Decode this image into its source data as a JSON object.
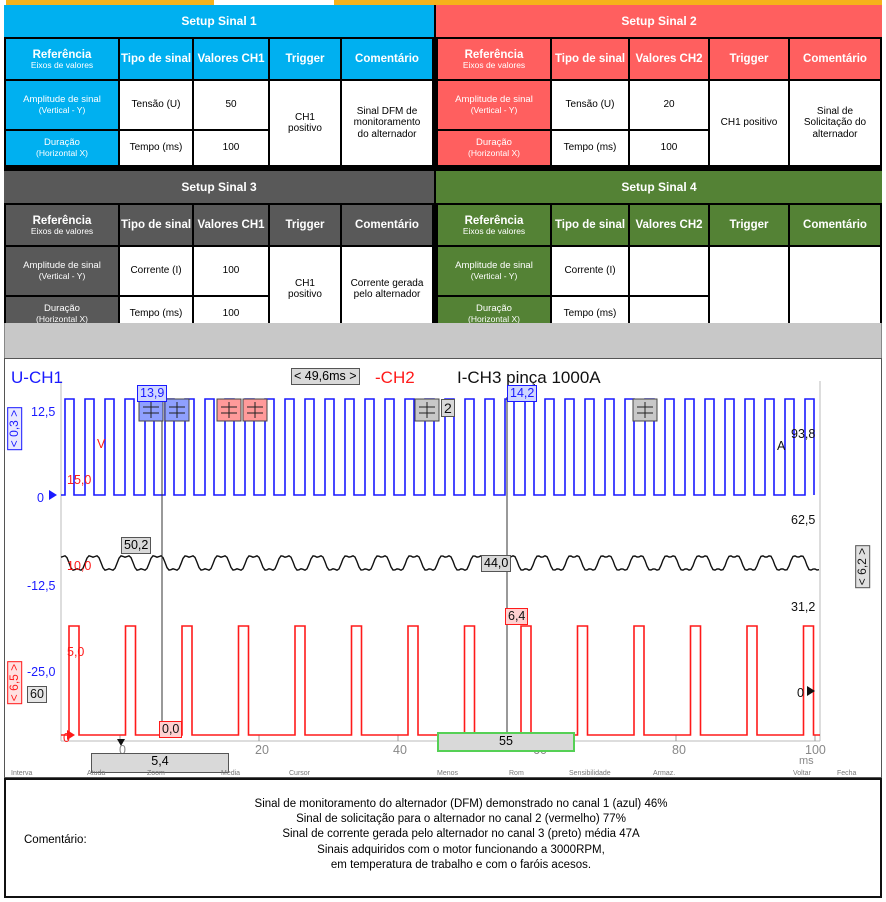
{
  "panels": [
    {
      "id": "s1",
      "title": "Setup Sinal 1",
      "color": "#00b0f0",
      "values_header": "Valores CH1",
      "headers": {
        "ref": "Referência",
        "ref_sub": "Eixos de valores",
        "tipo": "Tipo de sinal",
        "trigger": "Trigger",
        "comentario": "Comentário"
      },
      "row1": {
        "label": "Amplitude de sinal",
        "label_sub": "(Vertical - Y)",
        "tipo": "Tensão (U)",
        "valor": "50"
      },
      "row2": {
        "label": "Duração",
        "label_sub": "(Horizontal X)",
        "tipo": "Tempo (ms)",
        "valor": "100"
      },
      "trigger": "CH1 positivo",
      "comentario": "Sinal DFM de monitoramento do alternador"
    },
    {
      "id": "s2",
      "title": "Setup Sinal 2",
      "color": "#ff5f5f",
      "values_header": "Valores CH2",
      "headers": {
        "ref": "Referência",
        "ref_sub": "Eixos de valores",
        "tipo": "Tipo de sinal",
        "trigger": "Trigger",
        "comentario": "Comentário"
      },
      "row1": {
        "label": "Amplitude de sinal",
        "label_sub": "(Vertical - Y)",
        "tipo": "Tensão (U)",
        "valor": "20"
      },
      "row2": {
        "label": "Duração",
        "label_sub": "(Horizontal X)",
        "tipo": "Tempo (ms)",
        "valor": "100"
      },
      "trigger": "CH1 positivo",
      "comentario": "Sinal de Solicitação do alternador"
    },
    {
      "id": "s3",
      "title": "Setup Sinal 3",
      "color": "#595959",
      "values_header": "Valores CH1",
      "headers": {
        "ref": "Referência",
        "ref_sub": "Eixos de valores",
        "tipo": "Tipo de sinal",
        "trigger": "Trigger",
        "comentario": "Comentário"
      },
      "row1": {
        "label": "Amplitude de sinal",
        "label_sub": "(Vertical - Y)",
        "tipo": "Corrente (I)",
        "valor": "100"
      },
      "row2": {
        "label": "Duração",
        "label_sub": "(Horizontal X)",
        "tipo": "Tempo (ms)",
        "valor": "100"
      },
      "trigger": "CH1 positivo",
      "comentario": "Corrente gerada pelo alternador"
    },
    {
      "id": "s4",
      "title": "Setup Sinal 4",
      "color": "#548235",
      "values_header": "Valores CH2",
      "headers": {
        "ref": "Referência",
        "ref_sub": "Eixos de valores",
        "tipo": "Tipo de sinal",
        "trigger": "Trigger",
        "comentario": "Comentário"
      },
      "row1": {
        "label": "Amplitude de sinal",
        "label_sub": "(Vertical - Y)",
        "tipo": "Corrente (I)",
        "valor": ""
      },
      "row2": {
        "label": "Duração",
        "label_sub": "(Horizontal X)",
        "tipo": "Tempo (ms)",
        "valor": ""
      },
      "trigger": "",
      "comentario": ""
    }
  ],
  "scope": {
    "ch1_title": "U-CH1",
    "ch2_title": "-CH2",
    "ch3_title": "I-CH3 pinça 1000A",
    "cursor_delta": "< 49,6ms >",
    "ch1_scale_tag": "< 0,3 >",
    "ch2_scale_tag": "< 6,5 >",
    "ch3_scale_tag": "< 6,2 >",
    "left_axis": [
      "12,5",
      "0",
      "-12,5",
      "-25,0"
    ],
    "unit_v": "V",
    "unit_a": "A",
    "ch2_levels": [
      "15,0",
      "10,0",
      "5,0",
      "0"
    ],
    "right_axis": [
      "93,8",
      "62,5",
      "31,2",
      "0"
    ],
    "x_ticks": [
      "0",
      "20",
      "40",
      "60",
      "80",
      "100"
    ],
    "x_unit": "ms",
    "readouts": {
      "cursor_a_ch1": "13,9",
      "cursor_b_ch1": "14,2",
      "cursor_a_ch3": "50,2",
      "cursor_b_ch3": "44,0",
      "cursor_b_ch2": "6,4",
      "cursor_a_ch2": "0,0",
      "ch2_offset": "60",
      "bottom_left": "5,4",
      "bottom_mid": "55"
    },
    "toolbar_marker": "2",
    "bottom_labels": [
      "Interva",
      "Atuda",
      "Zoom",
      "Media",
      "Cursor",
      "Menos",
      "Rom",
      "Sensibilidade",
      "Armaz.",
      "Voltar",
      "Fecha"
    ],
    "colors": {
      "ch1": "#1a1aff",
      "ch2": "#ff1a1a",
      "ch3": "#111111"
    }
  },
  "comment": {
    "label": "Comentário:",
    "lines": [
      "Sinal de monitoramento do alternador (DFM) demonstrado no canal 1 (azul) 46%",
      "Sinal de  solicitação para o alternador  no canal 2 (vermelho) 77%",
      "Sinal de corrente gerada pelo alternador no canal 3 (preto) média 47A",
      "Sinais adquiridos com o motor funcionando a 3000RPM,",
      "em temperatura de trabalho e com o faróis acesos."
    ]
  }
}
